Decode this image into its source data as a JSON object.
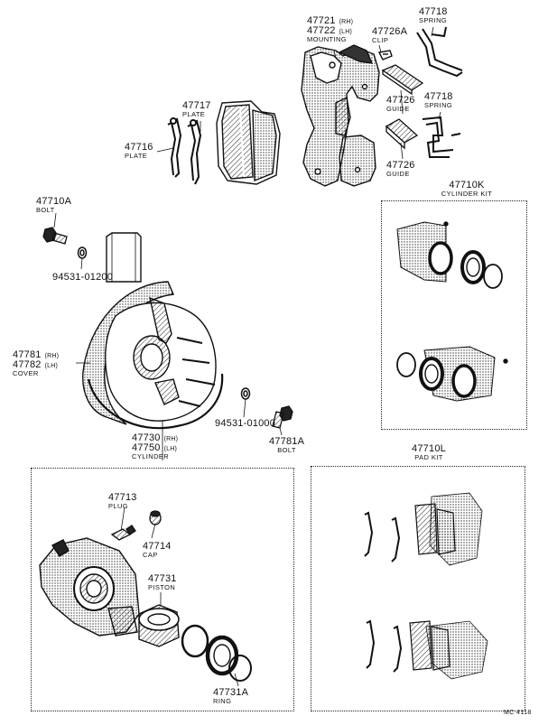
{
  "callouts": {
    "spring_top": {
      "number": "47718",
      "name": "SPRING"
    },
    "mounting": {
      "number_rh": "47721",
      "side_rh": "(RH)",
      "number_lh": "47722",
      "side_lh": "(LH)",
      "name": "MOUNTING"
    },
    "clip": {
      "number": "47726A",
      "name": "CLIP"
    },
    "guide_upper": {
      "number": "47726",
      "name": "GUIDE"
    },
    "spring_mid": {
      "number": "47718",
      "name": "SPRING"
    },
    "guide_lower": {
      "number": "47726",
      "name": "GUIDE"
    },
    "plate_upper": {
      "number": "47717",
      "name": "PLATE"
    },
    "plate_lower": {
      "number": "47716",
      "name": "PLATE"
    },
    "bolt_upper": {
      "number": "47710A",
      "name": "BOLT"
    },
    "washer_upper": {
      "number": "94531-01200"
    },
    "cover": {
      "number_rh": "47781",
      "side_rh": "(RH)",
      "number_lh": "47782",
      "side_lh": "(LH)",
      "name": "COVER"
    },
    "washer_lower": {
      "number": "94531-01000"
    },
    "bolt_lower": {
      "number": "47781A",
      "name": "BOLT"
    },
    "cylinder": {
      "number_rh": "47730",
      "side_rh": "(RH)",
      "number_lh": "47750",
      "side_lh": "(LH)",
      "name": "CYLINDER"
    },
    "plug": {
      "number": "47713",
      "name": "PLUG"
    },
    "cap": {
      "number": "47714",
      "name": "CAP"
    },
    "piston": {
      "number": "47731",
      "name": "PISTON"
    },
    "ring": {
      "number": "47731A",
      "name": "RING"
    }
  },
  "kits": {
    "cylinder_kit": {
      "number": "47710K",
      "name": "CYLINDER KIT"
    },
    "pad_kit": {
      "number": "47710L",
      "name": "PAD KIT"
    }
  },
  "footer": {
    "code": "MC 4118"
  }
}
